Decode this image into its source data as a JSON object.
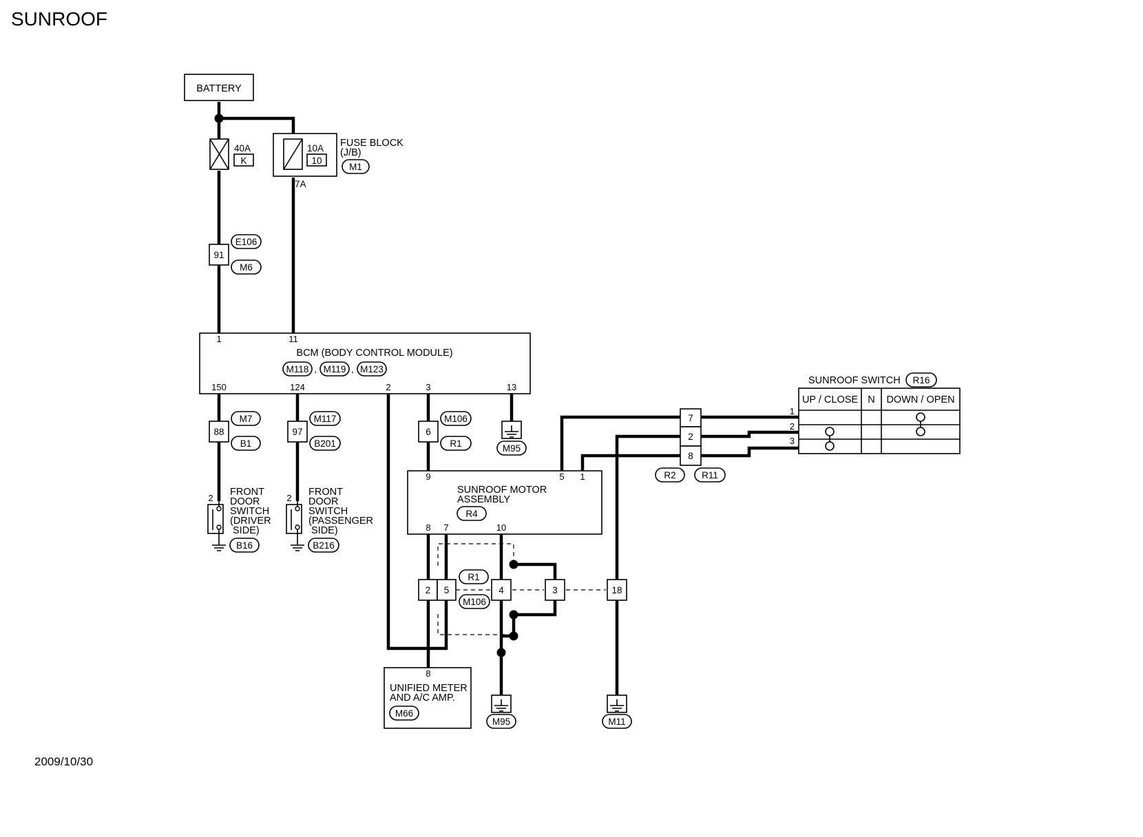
{
  "title": "SUNROOF",
  "date": "2009/10/30",
  "components": {
    "battery": "BATTERY",
    "fuse_block": {
      "line1": "FUSE BLOCK",
      "line2": "(J/B)",
      "connector": "M1",
      "fuse_rating": "10A",
      "fuse_no": "10",
      "terminal": "7A"
    },
    "fusible_link": {
      "rating": "40A",
      "id": "K"
    },
    "inline_connector_1": {
      "pin": "91",
      "connectors": [
        "E106",
        "M6"
      ]
    },
    "bcm": {
      "name": "BCM (BODY CONTROL MODULE)",
      "connectors": [
        "M118",
        "M119",
        "M123"
      ],
      "sep": ",",
      "top_pins": [
        "1",
        "11"
      ],
      "bottom_pins": [
        "150",
        "124",
        "2",
        "3",
        "13"
      ]
    },
    "bcm_ground": "M95",
    "inline_88": {
      "pin": "88",
      "connectors": [
        "M7",
        "B1"
      ]
    },
    "inline_97": {
      "pin": "97",
      "connectors": [
        "M117",
        "B201"
      ]
    },
    "inline_6": {
      "pin": "6",
      "connectors": [
        "M106",
        "R1"
      ]
    },
    "door_switch_driver": {
      "lines": [
        "FRONT",
        "DOOR",
        "SWITCH",
        "(DRIVER",
        "SIDE)"
      ],
      "pin": "2",
      "connector": "B16"
    },
    "door_switch_passenger": {
      "lines": [
        "FRONT",
        "DOOR",
        "SWITCH",
        "(PASSENGER",
        "SIDE)"
      ],
      "pin": "2",
      "connector": "B216"
    },
    "motor": {
      "lines": [
        "SUNROOF MOTOR",
        "ASSEMBLY"
      ],
      "connector": "R4",
      "pins": [
        "9",
        "5",
        "1",
        "8",
        "7",
        "10"
      ]
    },
    "junction_row": {
      "pins": [
        "2",
        "5",
        "4",
        "3",
        "18"
      ],
      "connectors": [
        "R1",
        "M106"
      ]
    },
    "meter": {
      "lines": [
        "UNIFIED METER",
        "AND A/C AMP."
      ],
      "connector": "M66",
      "pin": "8"
    },
    "grounds": [
      "M95",
      "M11"
    ],
    "switch_connectors": {
      "pins": [
        "7",
        "2",
        "8"
      ],
      "connectors": [
        "R2",
        "R11"
      ]
    },
    "sunroof_switch": {
      "title": "SUNROOF SWITCH",
      "connector": "R16",
      "columns": [
        "UP / CLOSE",
        "N",
        "DOWN / OPEN"
      ],
      "rows": [
        "1",
        "2",
        "3"
      ]
    }
  }
}
